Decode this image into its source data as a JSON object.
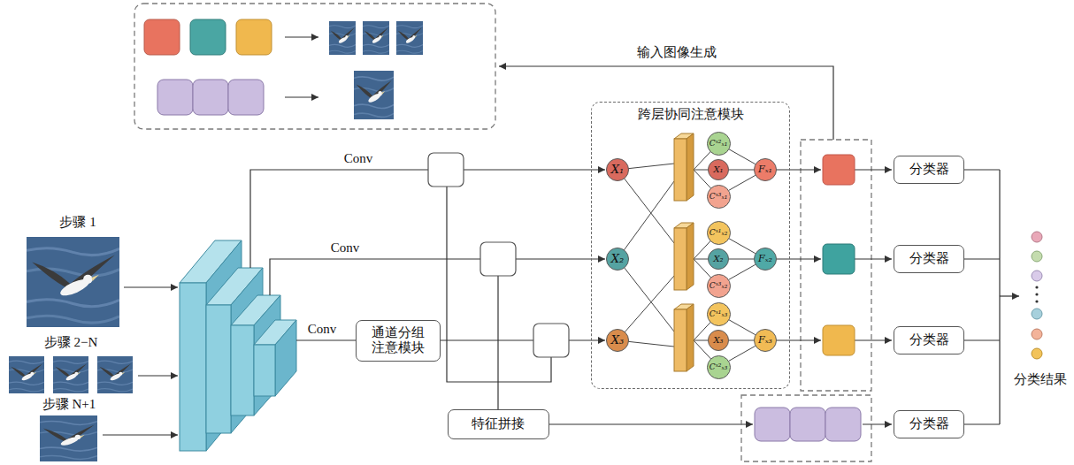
{
  "diagram": {
    "nodes": [
      {
        "text": [
          "跨层协同注意模块"
        ]
      },
      {
        "text": [
          "X₁"
        ],
        "in": 0
      },
      {
        "text": [
          "X₂"
        ],
        "in": 0
      },
      {
        "text": [
          "X₃"
        ],
        "in": 0
      },
      {
        "text": [
          "Cˣ²ₓ₁"
        ],
        "in": 0
      },
      {
        "text": [
          "X₁"
        ],
        "in": 0
      },
      {
        "text": [
          "Cˣ³ₓ₁"
        ],
        "in": 0
      },
      {
        "text": [
          "Cˣ¹ₓ₂"
        ],
        "in": 0
      },
      {
        "text": [
          "X₂"
        ],
        "in": 0
      },
      {
        "text": [
          "Cˣ³ₓ₂"
        ],
        "in": 0
      },
      {
        "text": [
          "Cˣ¹ₓ₃"
        ],
        "in": 0
      },
      {
        "text": [
          "X₃"
        ],
        "in": 0
      },
      {
        "text": [
          "Cˣ²ₓ₃"
        ],
        "in": 0
      },
      {
        "text": [
          "Fₓ₁"
        ],
        "in": 0
      },
      {
        "text": [
          "Fₓ₂"
        ],
        "in": 0
      },
      {
        "text": [
          "Fₓ₃"
        ],
        "in": 0
      },
      {
        "text": [
          "通道分组注意模块"
        ]
      },
      {
        "text": [
          "特征拼接"
        ]
      },
      {
        "text": [
          "分类器"
        ]
      },
      {
        "text": [
          "分类器"
        ]
      },
      {
        "text": [
          "分类器"
        ]
      },
      {
        "text": [
          "分类器"
        ]
      }
    ],
    "edges": [
      {
        "from": 4,
        "to": 13,
        "arrow": "none"
      },
      {
        "from": 5,
        "to": 13,
        "arrow": "none"
      },
      {
        "from": 6,
        "to": 13,
        "arrow": "none"
      },
      {
        "from": 7,
        "to": 14,
        "arrow": "none"
      },
      {
        "from": 8,
        "to": 14,
        "arrow": "none"
      },
      {
        "from": 9,
        "to": 14,
        "arrow": "none"
      },
      {
        "from": 10,
        "to": 15,
        "arrow": "none"
      },
      {
        "from": 11,
        "to": 15,
        "arrow": "none"
      },
      {
        "from": 12,
        "to": 15,
        "arrow": "none"
      }
    ],
    "labels": [
      "输入图像生成",
      "步骤 1",
      "步骤 2−N",
      "步骤 N+1",
      "Conv",
      "Conv",
      "Conv",
      "分类结果"
    ]
  }
}
